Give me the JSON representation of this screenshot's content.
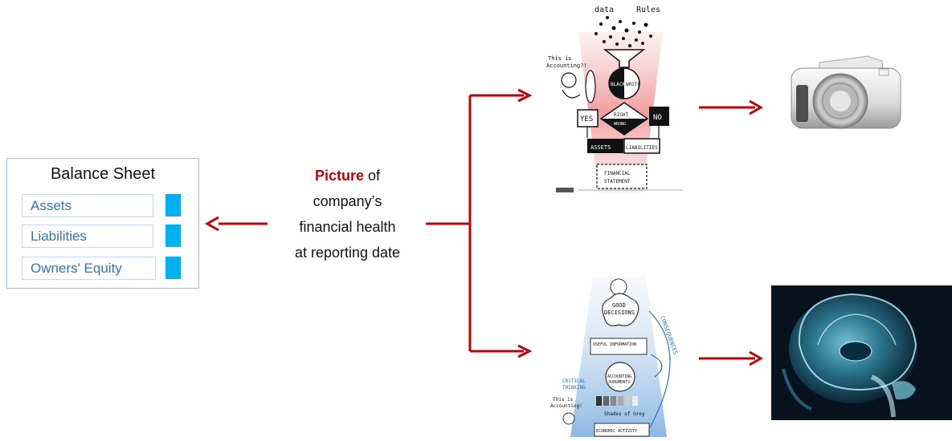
{
  "balance_sheet": {
    "title": "Balance Sheet",
    "rows": [
      {
        "label": "Assets"
      },
      {
        "label": "Liabilities"
      },
      {
        "label": "Owners' Equity"
      }
    ],
    "bar_color": "#00b0f0"
  },
  "center_text": {
    "highlight": "Picture",
    "line1_rest": " of",
    "line2": "company’s",
    "line3": "financial health",
    "line4": "at reporting date"
  },
  "sketch_top": {
    "labels": {
      "data": "data",
      "rules": "Rules",
      "this_is": "This is",
      "accounting": "Accounting?!",
      "black": "BLACK",
      "white": "WHITE",
      "right": "RIGHT",
      "wrong": "WRONG",
      "yes": "YES",
      "no": "NO",
      "assets": "ASSETS",
      "liabilities": "LIABILITIES",
      "financial": "FINANCIAL",
      "statement": "STATEMENT"
    }
  },
  "sketch_bottom": {
    "labels": {
      "good": "GOOD",
      "decisions": "DECISIONS",
      "useful_info": "USEFUL INFORMATION",
      "accounting": "ACCOUNTING",
      "judgments": "JUDGMENTS",
      "critical": "CRITICAL",
      "thinking": "THINKING",
      "shades": "Shades of Grey",
      "economic": "ECONOMIC ACTIVITY",
      "consequences": "CONSEQUENCES",
      "this_is": "This is",
      "accounting_q": "Accounting!"
    }
  },
  "colors": {
    "arrow": "#c00000",
    "accent_text": "#c00000",
    "link_text": "#2e75b6"
  }
}
